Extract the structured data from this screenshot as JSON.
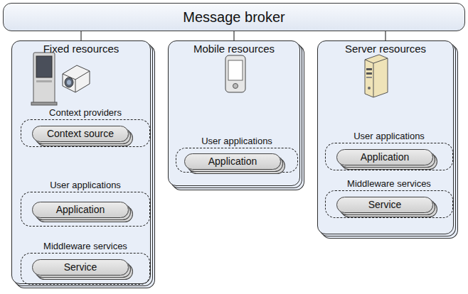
{
  "diagram": {
    "nodes": [
      {
        "text": [
          "Message broker"
        ]
      },
      {
        "text": [
          "Fixed resources"
        ]
      },
      {
        "text": [
          "Context providers"
        ],
        "in": 1
      },
      {
        "text": [
          "Context source"
        ],
        "in": 2
      },
      {
        "text": [
          "User applications"
        ],
        "in": 1
      },
      {
        "text": [
          "Application"
        ],
        "in": 4
      },
      {
        "text": [
          "Middleware services"
        ],
        "in": 1
      },
      {
        "text": [
          "Service"
        ],
        "in": 6
      },
      {
        "text": [
          "Mobile resources"
        ]
      },
      {
        "text": [
          "User applications"
        ],
        "in": 8
      },
      {
        "text": [
          "Application"
        ],
        "in": 9
      },
      {
        "text": [
          "Server resources"
        ]
      },
      {
        "text": [
          "User applications"
        ],
        "in": 11
      },
      {
        "text": [
          "Application"
        ],
        "in": 12
      },
      {
        "text": [
          "Middleware services"
        ],
        "in": 11
      },
      {
        "text": [
          "Service"
        ],
        "in": 14
      }
    ],
    "edges": [
      {
        "from": 0,
        "to": 1,
        "arrow": "none"
      },
      {
        "from": 0,
        "to": 8,
        "arrow": "none"
      },
      {
        "from": 0,
        "to": 11,
        "arrow": "none"
      }
    ]
  }
}
